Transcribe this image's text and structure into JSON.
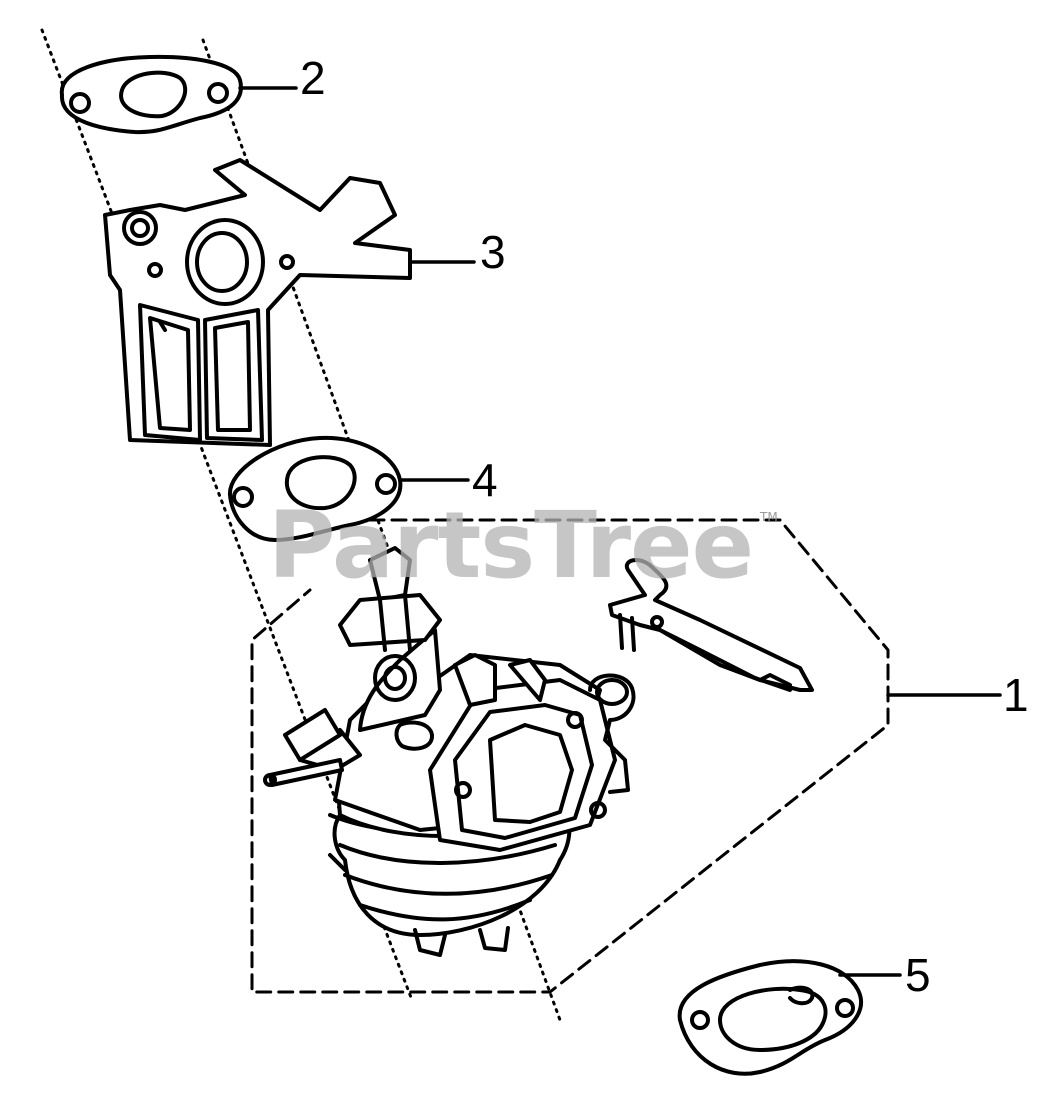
{
  "watermark": {
    "text": "PartsTree",
    "mark": "TM"
  },
  "callouts": [
    {
      "id": "1",
      "label": "1"
    },
    {
      "id": "2",
      "label": "2"
    },
    {
      "id": "3",
      "label": "3"
    },
    {
      "id": "4",
      "label": "4"
    },
    {
      "id": "5",
      "label": "5"
    }
  ]
}
